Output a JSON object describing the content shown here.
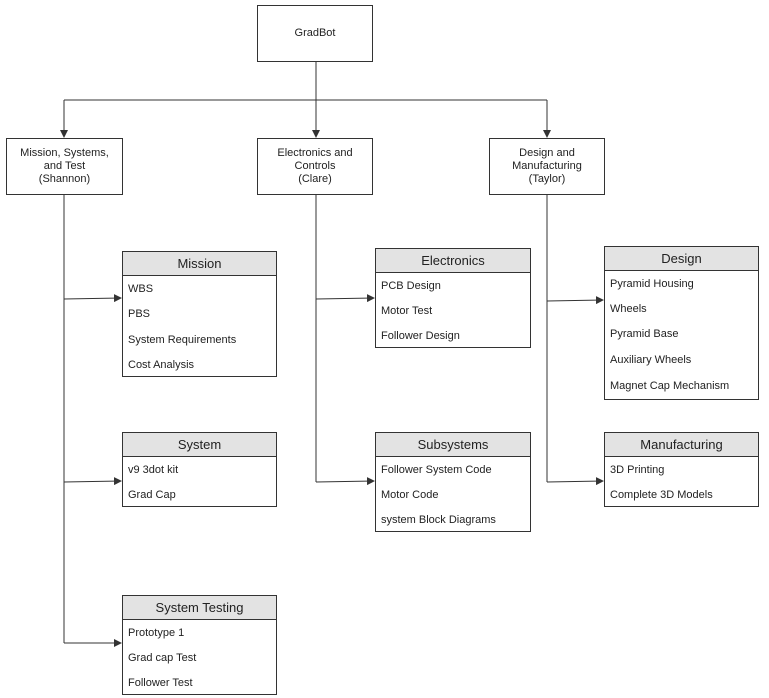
{
  "root": {
    "label": "GradBot"
  },
  "branches": {
    "mission_systems_test": {
      "label": "Mission, Systems,\nand Test\n(Shannon)"
    },
    "electronics_controls": {
      "label": "Electronics and\nControls\n(Clare)"
    },
    "design_manufacturing": {
      "label": "Design and\nManufacturing\n(Taylor)"
    }
  },
  "panels": {
    "mission": {
      "title": "Mission",
      "items": [
        "WBS",
        "PBS",
        "System Requirements",
        "Cost Analysis"
      ]
    },
    "system": {
      "title": "System",
      "items": [
        "v9 3dot kit",
        "Grad Cap"
      ]
    },
    "system_testing": {
      "title": "System Testing",
      "items": [
        "Prototype 1",
        "Grad cap Test",
        "Follower Test"
      ]
    },
    "electronics": {
      "title": "Electronics",
      "items": [
        "PCB Design",
        "Motor Test",
        "Follower Design"
      ]
    },
    "subsystems": {
      "title": "Subsystems",
      "items": [
        "Follower System Code",
        "Motor Code",
        "system Block Diagrams"
      ]
    },
    "design": {
      "title": "Design",
      "items": [
        "Pyramid Housing",
        "Wheels",
        "Pyramid Base",
        "Auxiliary Wheels",
        "Magnet Cap Mechanism"
      ]
    },
    "manufacturing": {
      "title": "Manufacturing",
      "items": [
        "3D Printing",
        "Complete 3D Models"
      ]
    }
  },
  "colors": {
    "line": "#333333",
    "header_fill": "#e3e3e3",
    "box_fill": "#ffffff"
  }
}
